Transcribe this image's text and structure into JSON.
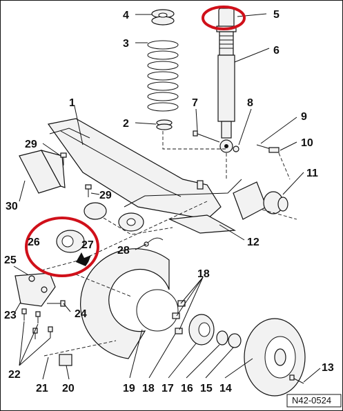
{
  "callouts": {
    "c1": "1",
    "c2": "2",
    "c3": "3",
    "c4": "4",
    "c5": "5",
    "c6": "6",
    "c7": "7",
    "c8": "8",
    "c9": "9",
    "c10": "10",
    "c11": "11",
    "c12": "12",
    "c13": "13",
    "c14": "14",
    "c15": "15",
    "c16": "16",
    "c17": "17",
    "c18": "18",
    "c19": "19",
    "c20": "20",
    "c21": "21",
    "c22": "22",
    "c23": "23",
    "c24": "24",
    "c25": "25",
    "c26": "26",
    "c27": "27",
    "c28": "28",
    "c29a": "29",
    "c29b": "29",
    "c30": "30"
  },
  "reference": "N42-0524",
  "colors": {
    "highlight_circle": "#d0101a",
    "line": "#111111",
    "part_fill": "#f2f2f2"
  }
}
